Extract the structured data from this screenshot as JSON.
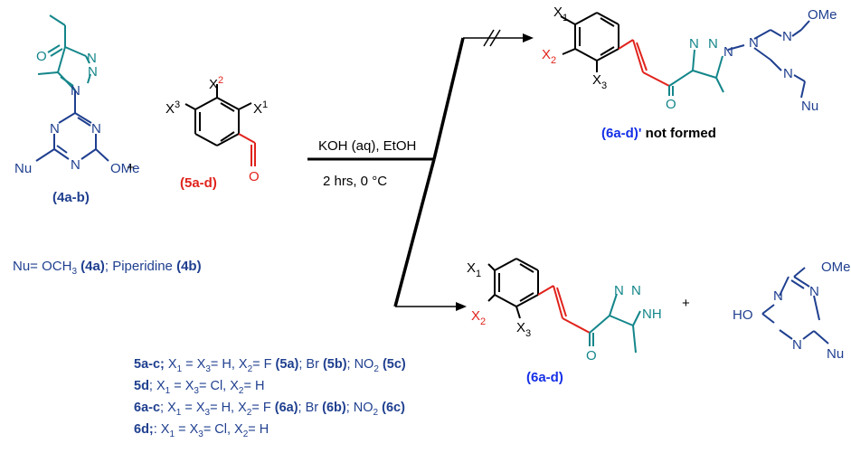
{
  "compounds": {
    "c4": {
      "code": "(4a-b)",
      "atoms": {
        "O": "O",
        "N1": "N",
        "N2": "N",
        "N3": "N",
        "tzN1": "N",
        "tzN2": "N",
        "tzN3": "N",
        "Nu": "Nu",
        "OMe": "OMe"
      }
    },
    "c5": {
      "code": "(5a-d)",
      "subs": {
        "X1": "X",
        "X1sup": "1",
        "X2": "X",
        "X2sup": "2",
        "X3": "X",
        "X3sup": "3",
        "O": "O"
      }
    },
    "c6prime": {
      "code": "(6a-d)'",
      "suffix": " not formed",
      "subs": {
        "X1": "X",
        "X1sub": "1",
        "X2": "X",
        "X2sub": "2",
        "X3": "X",
        "X3sub": "3",
        "O": "O",
        "N1": "N",
        "N2": "N",
        "N3": "N",
        "tzN1": "N",
        "tzN2": "N",
        "tzN3": "N",
        "OMe": "OMe",
        "Nu": "Nu"
      }
    },
    "c6": {
      "code": "(6a-d)",
      "subs": {
        "X1": "X",
        "X1sub": "1",
        "X2": "X",
        "X2sub": "2",
        "X3": "X",
        "X3sub": "3",
        "O": "O",
        "N1": "N",
        "N2": "N",
        "NH": "NH"
      }
    },
    "byproduct": {
      "atoms": {
        "HO": "HO",
        "OMe": "OMe",
        "Nu": "Nu",
        "N1": "N",
        "N2": "N",
        "N3": "N"
      }
    }
  },
  "plus": "+",
  "conditions": {
    "reagents": "KOH (aq), EtOH",
    "time_temp": "2 hrs, 0 °C"
  },
  "nu_definition": {
    "prefix": "Nu= OCH",
    "sub": "3",
    "mid1": " ",
    "code1": "(4a)",
    "mid2": "; Piperidine ",
    "code2": "(4b)"
  },
  "footnotes": {
    "l1": {
      "a": "5a-c;",
      "b": " X",
      "b1": "1",
      "c": " = X",
      "c1": "3",
      "d": "= H, X",
      "d1": "2",
      "e": "= F ",
      "f": "(5a)",
      "g": "; Br ",
      "h": "(5b)",
      "i": "; NO",
      "i1": "2",
      "j": " ",
      "k": "(5c)"
    },
    "l2": {
      "a": "5d",
      "b": "; X",
      "b1": "1",
      "c": " = X",
      "c1": "3",
      "d": "= Cl, X",
      "d1": "2",
      "e": "= H"
    },
    "l3": {
      "a": "6a-c",
      "b": "; X",
      "b1": "1",
      "c": " = X",
      "c1": "3",
      "d": "= H, X",
      "d1": "2",
      "e": "= F ",
      "f": "(6a)",
      "g": "; Br ",
      "h": "(6b)",
      "i": "; NO",
      "i1": "2",
      "j": " ",
      "k": "(6c)"
    },
    "l4": {
      "a": "6d;",
      "b": ": X",
      "b1": "1",
      "c": " = X",
      "c1": "3",
      "d": "= Cl, X",
      "d1": "2",
      "e": "= H"
    }
  },
  "colors": {
    "teal": "#14868a",
    "blue": "#1f3f8f",
    "red": "#e0231c",
    "bright_blue": "#1530e6",
    "black": "#000000"
  }
}
